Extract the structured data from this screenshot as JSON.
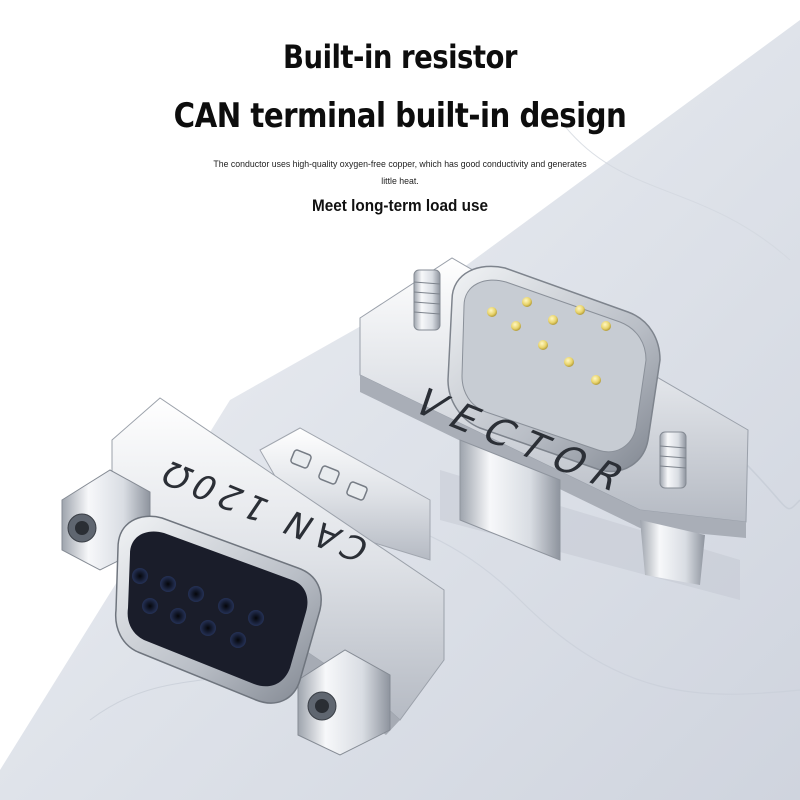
{
  "headline": "Built-in resistor",
  "subheadline": "CAN terminal built-in design",
  "description": "The conductor uses high-quality oxygen-free copper, which has good conductivity and generates little heat.",
  "tagline": "Meet long-term load use",
  "connector_labels": {
    "male_brand": "VECTOR",
    "female_label": "CAN 120Ω"
  },
  "colors": {
    "background": "#ffffff",
    "marble": "#dfe3ea",
    "metal": "#e9ecef",
    "pin_gold": "#e8d36a",
    "socket_dark": "#1a1d2a"
  }
}
